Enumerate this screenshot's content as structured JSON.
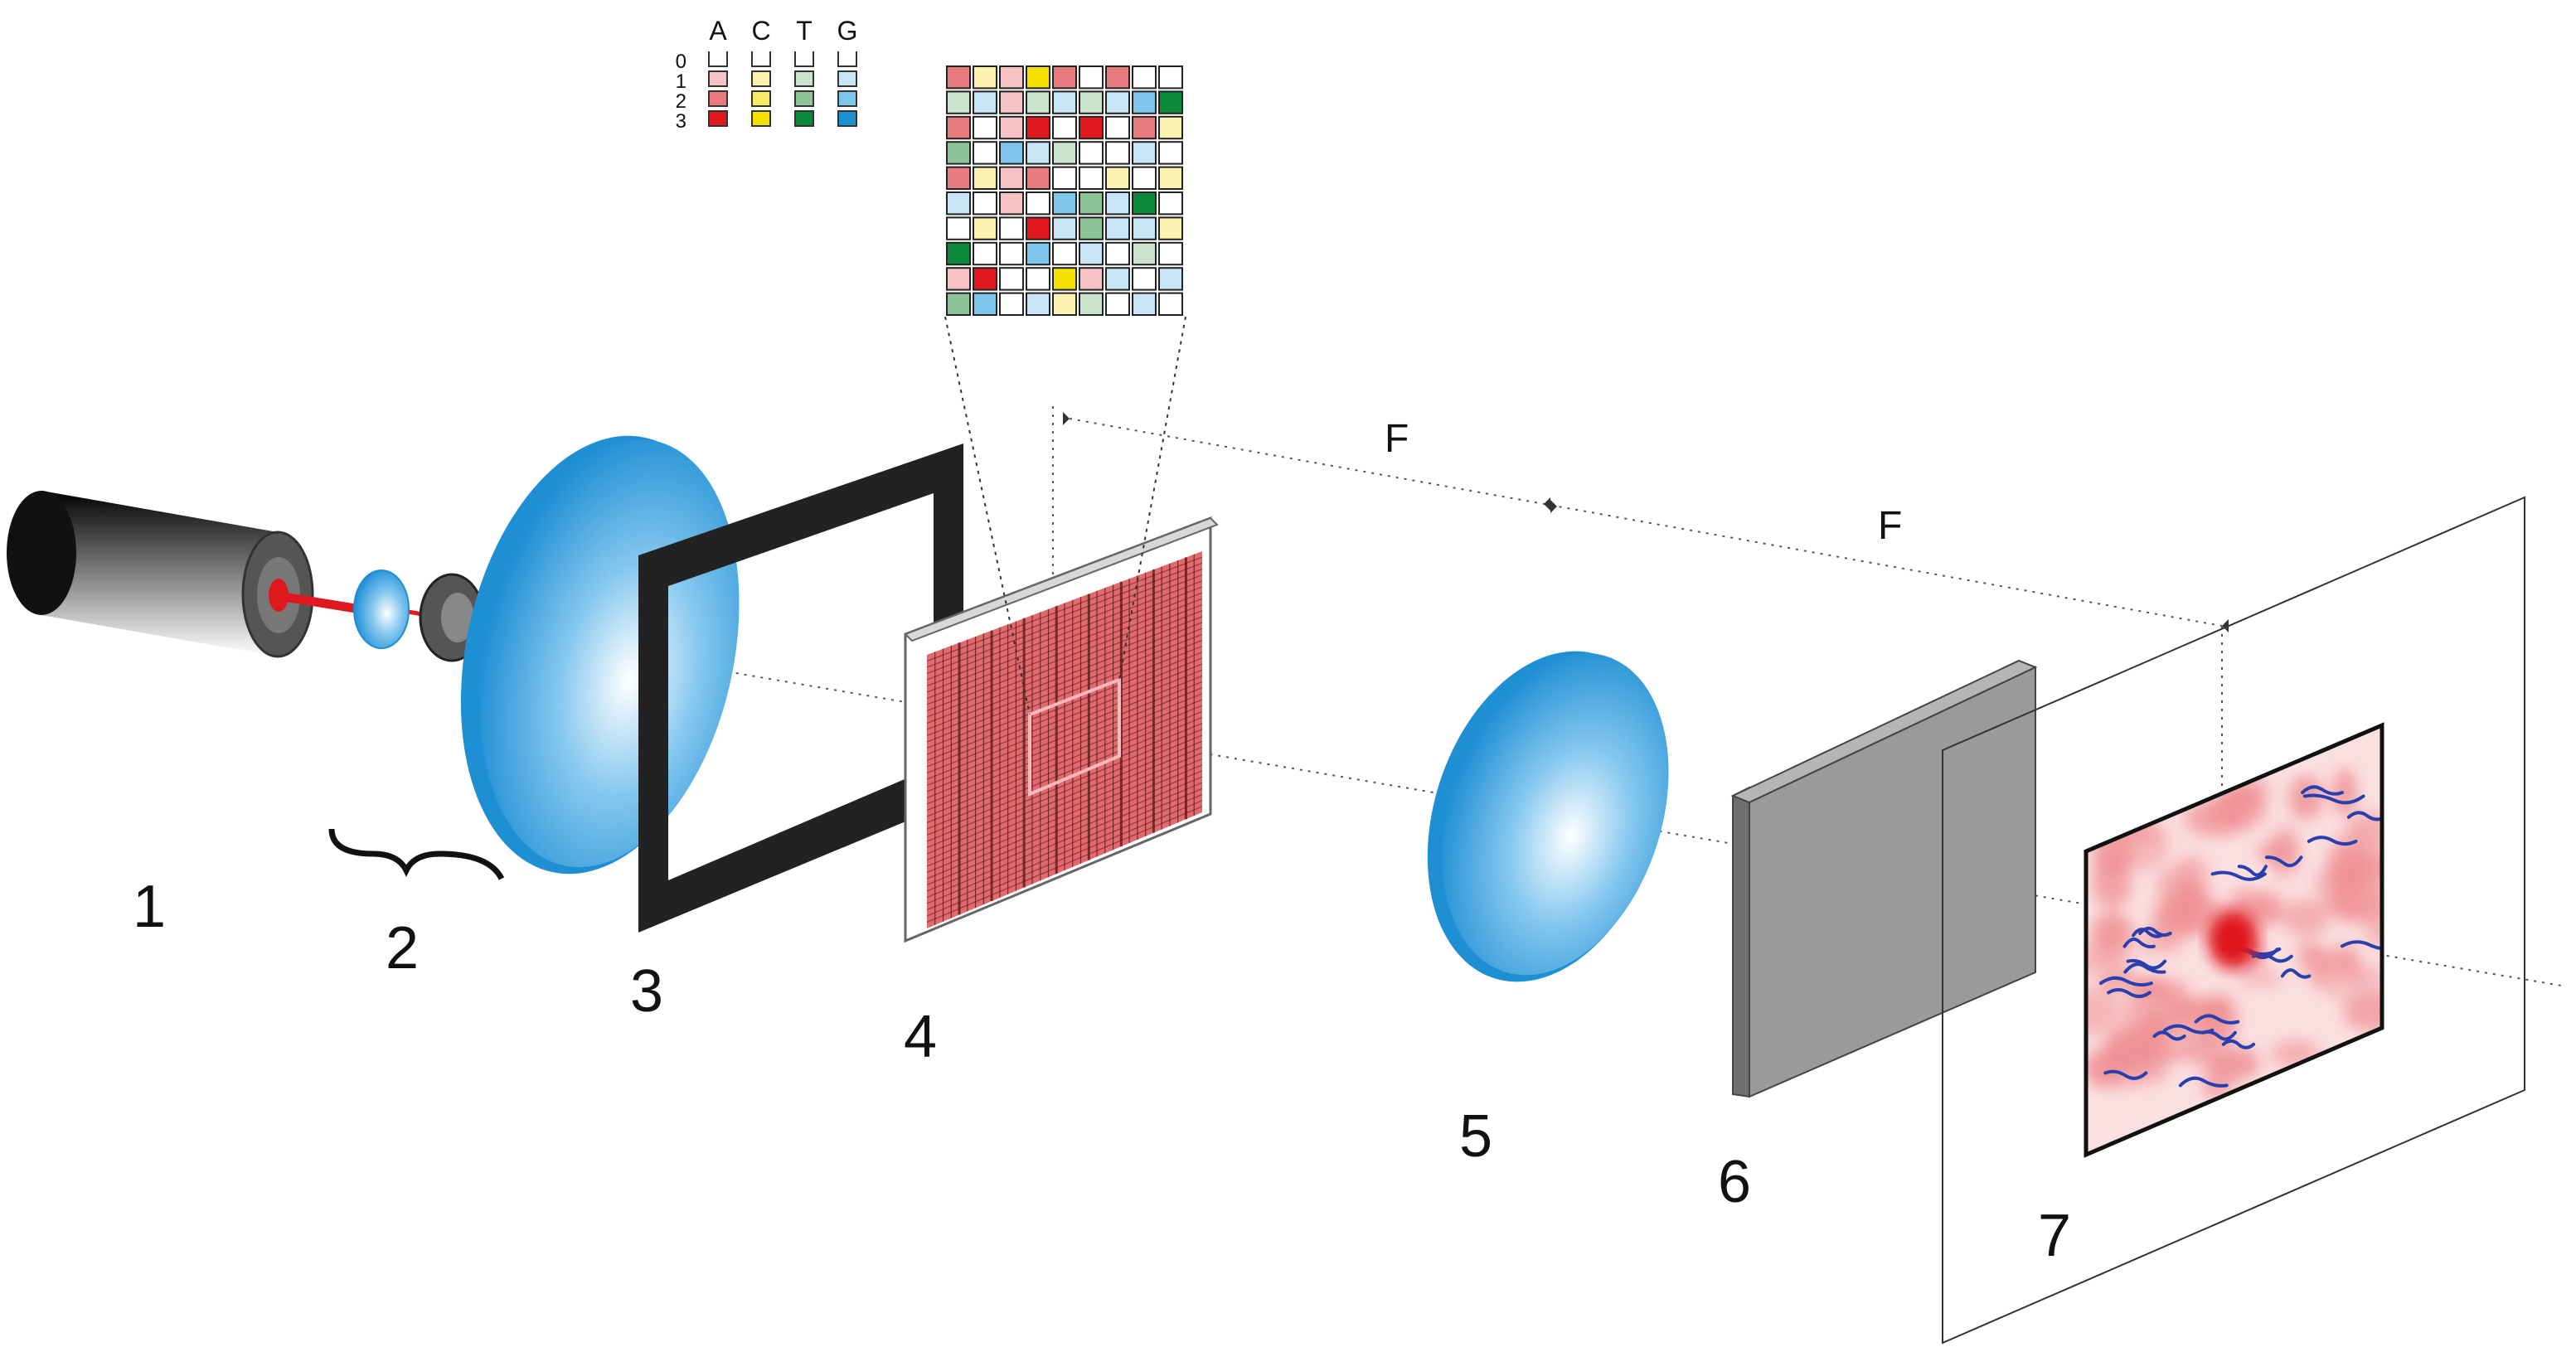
{
  "labels": {
    "l1": "1",
    "l2": "2",
    "l3": "3",
    "l4": "4",
    "l5": "5",
    "l6": "6",
    "l7": "7",
    "f1": "F",
    "f2": "F"
  },
  "legend": {
    "columns": [
      "A",
      "C",
      "T",
      "G"
    ],
    "rows": [
      "0",
      "1",
      "2",
      "3"
    ]
  },
  "colors": {
    "A": [
      "#ffffff",
      "#f6c2c4",
      "#e97b7e",
      "#e0191f"
    ],
    "C": [
      "#ffffff",
      "#fdf3b0",
      "#f9e866",
      "#f4e100"
    ],
    "T": [
      "#ffffff",
      "#c9e3cc",
      "#8cc497",
      "#0b8a3c"
    ],
    "G": [
      "#ffffff",
      "#c7e5f7",
      "#7fc6ec",
      "#1c8fcf"
    ],
    "lens": "#2b9ee0",
    "mask_frame": "#222222",
    "modulator": "#e26a6e",
    "filter": "#9a9a9a",
    "beam": "#e0191f"
  },
  "grid": {
    "cells": [
      [
        "A2",
        "C1",
        "A1",
        "C3",
        "A2",
        "0",
        "A2",
        "0",
        "0"
      ],
      [
        "T1",
        "G1",
        "A1",
        "T1",
        "G1",
        "T1",
        "G1",
        "G2",
        "T3"
      ],
      [
        "A2",
        "0",
        "A1",
        "A3",
        "0",
        "A3",
        "0",
        "A2",
        "C1"
      ],
      [
        "T2",
        "0",
        "G2",
        "G1",
        "T1",
        "0",
        "0",
        "G1",
        "0"
      ],
      [
        "A2",
        "C1",
        "A1",
        "A2",
        "0",
        "0",
        "C1",
        "0",
        "C1"
      ],
      [
        "G1",
        "0",
        "A1",
        "0",
        "G2",
        "T2",
        "G1",
        "T3",
        "0"
      ],
      [
        "0",
        "C1",
        "0",
        "A3",
        "G1",
        "T2",
        "G1",
        "G1",
        "C1"
      ],
      [
        "T3",
        "0",
        "0",
        "G2",
        "0",
        "G1",
        "0",
        "T1",
        "0"
      ],
      [
        "A1",
        "A3",
        "0",
        "0",
        "C3",
        "A1",
        "G1",
        "0",
        "G1"
      ],
      [
        "T2",
        "G2",
        "0",
        "G1",
        "C1",
        "T1",
        "0",
        "G1",
        "0"
      ]
    ]
  }
}
